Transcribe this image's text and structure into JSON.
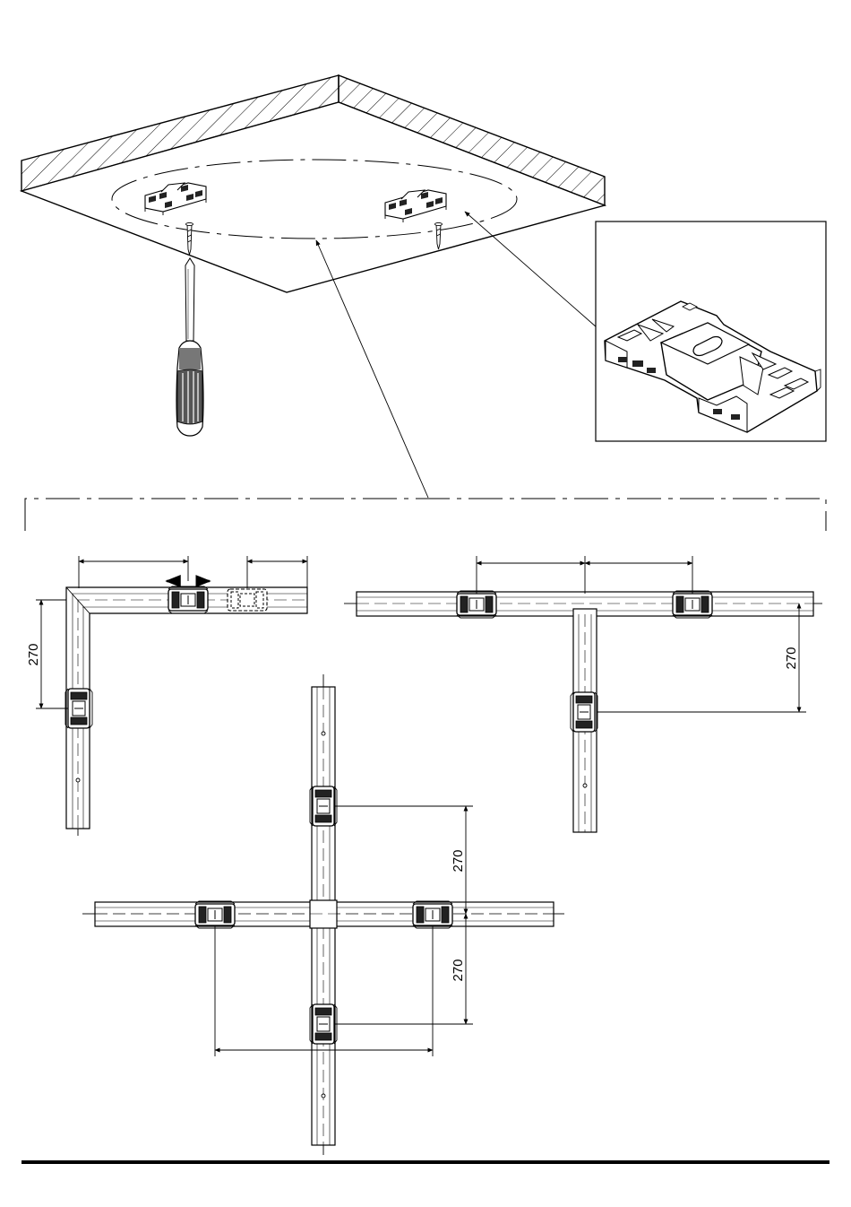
{
  "dimensions": {
    "corner_vertical": "270",
    "tee_vertical": "270",
    "cross_upper": "270",
    "cross_lower": "270"
  },
  "icons": [
    "screwdriver-icon",
    "screw-icon",
    "mounting-clip-icon",
    "arrow-left-icon",
    "arrow-right-icon"
  ],
  "colors": {
    "line": "#000000",
    "paper": "#ffffff",
    "handle": "#555555"
  }
}
